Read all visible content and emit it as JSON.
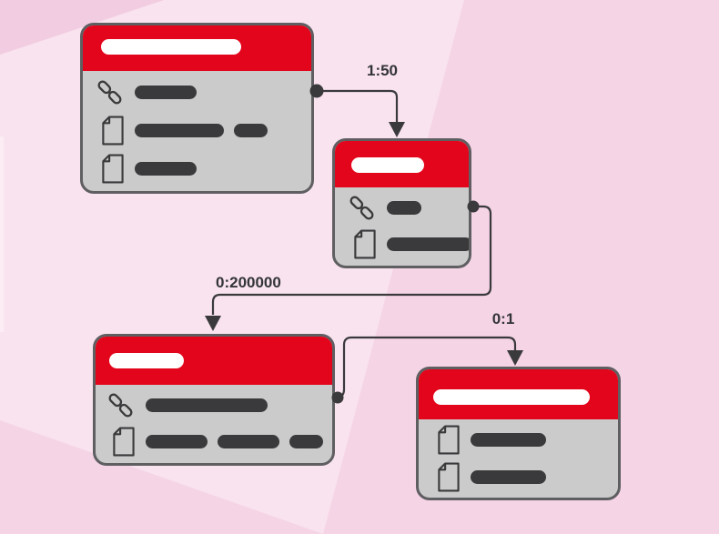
{
  "diagram": {
    "type": "entity-relationship-diagram",
    "description": "Four entity cards with redacted (bar) text, red title headers, connected by orthogonal arrows with cardinality labels",
    "palette": {
      "header_red": "#e3051b",
      "card_body_gray": "#cbcbcb",
      "card_border_gray": "#5f5f62",
      "bar_dark": "#3a3a3c",
      "line_dark": "#3a3a3c",
      "bg_base_pink": "#f5d4e6",
      "bg_light_pink": "#f9e3ef",
      "bg_dark_pink": "#f2cce0",
      "title_pill_white": "#ffffff"
    },
    "nodes": [
      {
        "id": "entity-top-left",
        "title_redacted": true,
        "rows": [
          {
            "icon": "link-icon",
            "bars": [
              68
            ]
          },
          {
            "icon": "document-icon",
            "bars": [
              98,
              37
            ]
          },
          {
            "icon": "document-icon",
            "bars": [
              68
            ]
          }
        ]
      },
      {
        "id": "entity-middle",
        "title_redacted": true,
        "rows": [
          {
            "icon": "link-icon",
            "bars": [
              38
            ]
          },
          {
            "icon": "document-icon",
            "bars": [
              94
            ]
          }
        ]
      },
      {
        "id": "entity-bottom-left",
        "title_redacted": true,
        "rows": [
          {
            "icon": "link-icon",
            "bars": [
              134
            ]
          },
          {
            "icon": "document-icon",
            "bars": [
              68,
              68,
              37
            ]
          }
        ]
      },
      {
        "id": "entity-bottom-right",
        "title_redacted": true,
        "rows": [
          {
            "icon": "document-icon",
            "bars": [
              83
            ]
          },
          {
            "icon": "document-icon",
            "bars": [
              83
            ]
          }
        ]
      }
    ],
    "connectors": [
      {
        "from": "entity-top-left",
        "to": "entity-middle",
        "label": "1:50"
      },
      {
        "from": "entity-middle",
        "to": "entity-bottom-left",
        "label": "0:200000"
      },
      {
        "from": "entity-bottom-left",
        "to": "entity-bottom-right",
        "label": "0:1"
      }
    ]
  }
}
